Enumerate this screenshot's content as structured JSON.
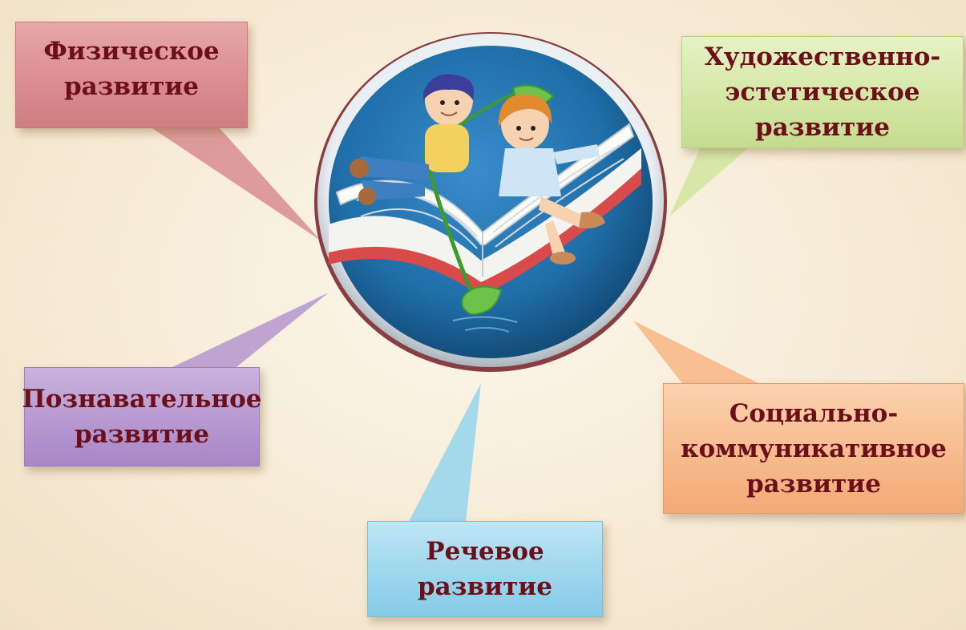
{
  "categories": {
    "physical": [
      "Физическое",
      "развитие"
    ],
    "artistic": [
      "Художественно-",
      "эстетическое",
      "развитие"
    ],
    "cognitive": [
      "Познавательное",
      "развитие"
    ],
    "social": [
      "Социально-",
      "коммуникативное",
      "развитие"
    ],
    "speech": [
      "Речевое",
      "развитие"
    ]
  },
  "colors": {
    "text": "#6d0f1a",
    "physical": "#d98c8f",
    "artistic": "#d2e6a2",
    "cognitive": "#b597cf",
    "social": "#f6b98a",
    "speech": "#9ad5ec",
    "circle": "#1f6ea8"
  },
  "center_image": "children-reading-book-illustration"
}
